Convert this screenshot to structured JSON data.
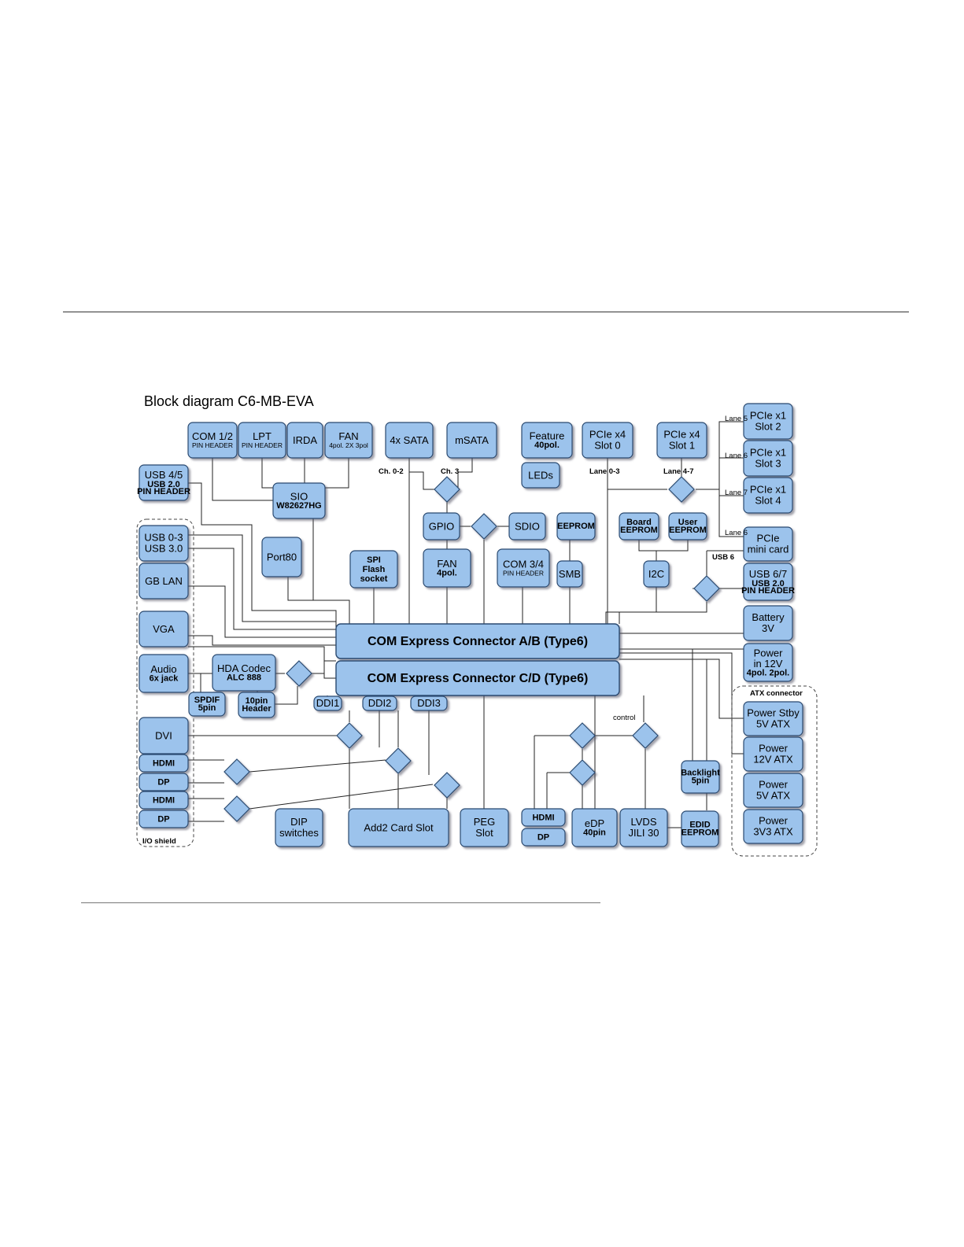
{
  "title": "Block diagram C6-MB-EVA",
  "footer": {
    "left_text": "",
    "link_text": ""
  },
  "blocks": [
    {
      "id": "com12",
      "lines": [
        "COM 1/2",
        "PIN HEADER"
      ]
    },
    {
      "id": "lpt",
      "lines": [
        "LPT",
        "PIN HEADER"
      ]
    },
    {
      "id": "irda",
      "lines": [
        "IRDA"
      ]
    },
    {
      "id": "fan_top",
      "lines": [
        "FAN",
        "4pol. 2X 3pol"
      ]
    },
    {
      "id": "sata",
      "lines": [
        "4x SATA"
      ]
    },
    {
      "id": "msata",
      "lines": [
        "mSATA"
      ]
    },
    {
      "id": "feature",
      "lines": [
        "Feature",
        "40pol."
      ]
    },
    {
      "id": "leds",
      "lines": [
        "LEDs"
      ]
    },
    {
      "id": "pcie_x4_0",
      "lines": [
        "PCIe x4",
        "Slot 0"
      ]
    },
    {
      "id": "pcie_x4_1",
      "lines": [
        "PCIe x4",
        "Slot 1"
      ]
    },
    {
      "id": "pcie_x1_2",
      "lines": [
        "PCIe x1",
        "Slot 2"
      ]
    },
    {
      "id": "pcie_x1_3",
      "lines": [
        "PCIe x1",
        "Slot 3"
      ]
    },
    {
      "id": "pcie_x1_4",
      "lines": [
        "PCIe x1",
        "Slot 4"
      ]
    },
    {
      "id": "pcie_mini",
      "lines": [
        "PCIe",
        "mini card"
      ]
    },
    {
      "id": "usb67",
      "lines": [
        "USB 6/7",
        "USB 2.0",
        "PIN HEADER"
      ]
    },
    {
      "id": "battery",
      "lines": [
        "Battery",
        "3V"
      ]
    },
    {
      "id": "power12",
      "lines": [
        "Power",
        "in 12V",
        "4pol. 2pol."
      ]
    },
    {
      "id": "usb45",
      "lines": [
        "USB 4/5",
        "USB 2.0",
        "PIN HEADER"
      ]
    },
    {
      "id": "sio",
      "lines": [
        "SIO",
        "W82627HG"
      ]
    },
    {
      "id": "usb03",
      "lines": [
        "USB 0-3",
        "USB 3.0"
      ]
    },
    {
      "id": "gblan",
      "lines": [
        "GB LAN"
      ]
    },
    {
      "id": "vga",
      "lines": [
        "VGA"
      ]
    },
    {
      "id": "audio",
      "lines": [
        "Audio",
        "6x jack"
      ]
    },
    {
      "id": "hda",
      "lines": [
        "HDA Codec",
        "ALC 888"
      ]
    },
    {
      "id": "spdif",
      "lines": [
        "SPDIF",
        "5pin"
      ]
    },
    {
      "id": "hdr10",
      "lines": [
        "10pin",
        "Header"
      ]
    },
    {
      "id": "port80",
      "lines": [
        "Port80"
      ]
    },
    {
      "id": "spi",
      "lines": [
        "SPI",
        "Flash",
        "socket"
      ]
    },
    {
      "id": "gpio",
      "lines": [
        "GPIO"
      ]
    },
    {
      "id": "sdio",
      "lines": [
        "SDIO"
      ]
    },
    {
      "id": "eeprom",
      "lines": [
        "EEPROM"
      ]
    },
    {
      "id": "board_eeprom",
      "lines": [
        "Board",
        "EEPROM"
      ]
    },
    {
      "id": "user_eeprom",
      "lines": [
        "User",
        "EEPROM"
      ]
    },
    {
      "id": "fan_mid",
      "lines": [
        "FAN",
        "4pol."
      ]
    },
    {
      "id": "com34",
      "lines": [
        "COM 3/4",
        "PIN HEADER"
      ]
    },
    {
      "id": "smb",
      "lines": [
        "SMB"
      ]
    },
    {
      "id": "i2c",
      "lines": [
        "I2C"
      ]
    },
    {
      "id": "conn_ab",
      "lines": [
        "COM Express Connector A/B (Type6)"
      ]
    },
    {
      "id": "conn_cd",
      "lines": [
        "COM Express Connector C/D (Type6)"
      ]
    },
    {
      "id": "ddi1",
      "lines": [
        "DDI1"
      ]
    },
    {
      "id": "ddi2",
      "lines": [
        "DDI2"
      ]
    },
    {
      "id": "ddi3",
      "lines": [
        "DDI3"
      ]
    },
    {
      "id": "dvi",
      "lines": [
        "DVI"
      ]
    },
    {
      "id": "hdmi_l1",
      "lines": [
        "HDMI"
      ]
    },
    {
      "id": "dp_l1",
      "lines": [
        "DP"
      ]
    },
    {
      "id": "hdmi_l2",
      "lines": [
        "HDMI"
      ]
    },
    {
      "id": "dp_l2",
      "lines": [
        "DP"
      ]
    },
    {
      "id": "dip",
      "lines": [
        "DIP",
        "switches"
      ]
    },
    {
      "id": "add2",
      "lines": [
        "Add2 Card Slot"
      ]
    },
    {
      "id": "peg",
      "lines": [
        "PEG",
        "Slot"
      ]
    },
    {
      "id": "hdmi_b",
      "lines": [
        "HDMI"
      ]
    },
    {
      "id": "dp_b",
      "lines": [
        "DP"
      ]
    },
    {
      "id": "edp",
      "lines": [
        "eDP",
        "40pin"
      ]
    },
    {
      "id": "lvds",
      "lines": [
        "LVDS",
        "JILI 30"
      ]
    },
    {
      "id": "edid",
      "lines": [
        "EDID",
        "EEPROM"
      ]
    },
    {
      "id": "backlight",
      "lines": [
        "Backlight",
        "5pin"
      ]
    },
    {
      "id": "pwr_stby",
      "lines": [
        "Power Stby",
        "5V ATX"
      ]
    },
    {
      "id": "pwr_12atx",
      "lines": [
        "Power",
        "12V ATX"
      ]
    },
    {
      "id": "pwr_5atx",
      "lines": [
        "Power",
        "5V ATX"
      ]
    },
    {
      "id": "pwr_3v3",
      "lines": [
        "Power",
        "3V3 ATX"
      ]
    }
  ],
  "labels": [
    {
      "id": "ch02",
      "text": "Ch. 0-2"
    },
    {
      "id": "ch3",
      "text": "Ch. 3"
    },
    {
      "id": "lane03",
      "text": "Lane 0-3"
    },
    {
      "id": "lane47",
      "text": "Lane 4-7"
    },
    {
      "id": "lane5",
      "text": "Lane 5"
    },
    {
      "id": "lane6a",
      "text": "Lane 6"
    },
    {
      "id": "lane7",
      "text": "Lane 7"
    },
    {
      "id": "lane6b",
      "text": "Lane 6"
    },
    {
      "id": "usb6",
      "text": "USB 6"
    },
    {
      "id": "control",
      "text": "control"
    },
    {
      "id": "atx",
      "text": "ATX connector"
    },
    {
      "id": "io",
      "text": "I/O shield"
    }
  ],
  "colors": {
    "block_fill": "#9cc3ec",
    "block_stroke": "#2a4a70",
    "line": "#222222"
  }
}
